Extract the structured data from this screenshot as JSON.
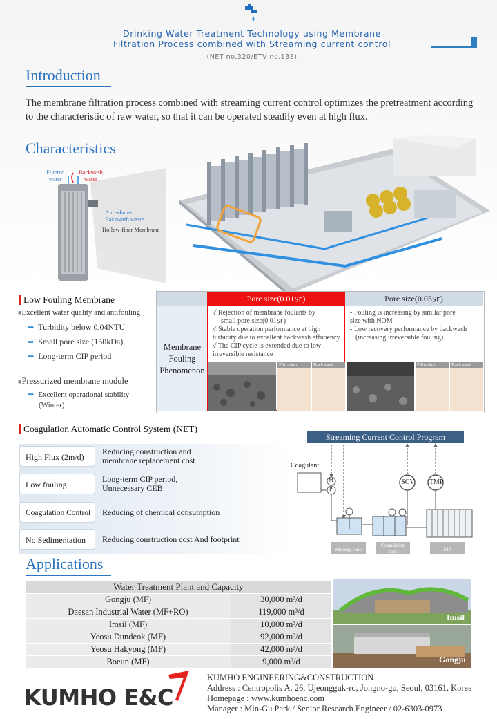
{
  "header": {
    "title_line1": "Drinking Water Treatment Technology using Membrane",
    "title_line2": "Filtration Process combined with Streaming current control",
    "subtitle": "(NET no.320/ETV no.138)",
    "accent": "#2a73c0"
  },
  "introduction": {
    "heading": "Introduction",
    "text": "The membrane filtration process combined with streaming current control optimizes the pretreatment according to the characteristic of raw water, so that it can be operated steadily even at high flux."
  },
  "characteristics": {
    "heading": "Characteristics",
    "module_labels": {
      "filtered": "Filtered",
      "filtered2": "water",
      "backwash": "Backwash",
      "backwash2": "water",
      "air1": "Air exhaust",
      "air2": "Backwash waste",
      "hollow": "Hollow-fiber Membrane"
    }
  },
  "low_fouling": {
    "heading": "Low Fouling Membrane",
    "group1": "Excellent water quality and antifouling",
    "items1": [
      "Turbidity below 0.04NTU",
      "Small pore size (150kDa)",
      "Long-term CIP period"
    ],
    "group2": "Pressurized membrane module",
    "items2_line1": "Excellent operational stability",
    "items2_line2": "(Winter)"
  },
  "fouling_table": {
    "col1": "Pore size(0.01㏛)",
    "col2": "Pore size(0.05㏛)",
    "row_label_1": "Membrane",
    "row_label_2": "Fouling",
    "row_label_3": "Phenomenon",
    "col1_points": [
      "√ Rejection of membrane foulants by",
      "small pore size(0.01㏛)",
      "√ Stable operation performance at high",
      "turbidity due to excellent backwash efficiency",
      "√ The CIP cycle is extended due to low",
      "irreversible resistance"
    ],
    "col2_points": [
      "- Fouling is increasing by similar pore",
      "size with NOM",
      "- Low recovery performance by backwash",
      "(increasing irreversible fouling)"
    ],
    "img_filtration": "Filtration",
    "img_backwash": "Backwash"
  },
  "coagulation": {
    "heading": "Coagulation Automatic Control System (NET)",
    "rows": [
      {
        "label": "High Flux (2m/d)",
        "desc1": "Reducing construction and",
        "desc2": "membrane replacement cost"
      },
      {
        "label": "Low fouling",
        "desc1": "Long-term CIP period,",
        "desc2": "Unnecessary CEB"
      },
      {
        "label": "Coagulation Control",
        "desc1": "Reducing of chemical consumption",
        "desc2": ""
      },
      {
        "label": "No Sedimentation",
        "desc1": "Reducing construction cost And footprint",
        "desc2": ""
      }
    ],
    "program_title": "Streaming Current Control Program",
    "diagram": {
      "coagulant": "Coagulant",
      "scv": "SCV",
      "tmp": "TMP",
      "mixing": "Mixing Tank",
      "coag_tank1": "Coagulation",
      "coag_tank2": "Tank",
      "mf": "MF",
      "m": "M",
      "p": "P"
    }
  },
  "applications": {
    "heading": "Applications",
    "table_title": "Water Treatment Plant and Capacity",
    "rows": [
      {
        "name": "Gongju (MF)",
        "cap": "30,000 m³/d"
      },
      {
        "name": "Daesan Industrial Water (MF+RO)",
        "cap": "119,000 m³/d"
      },
      {
        "name": "Imsil (MF)",
        "cap": "10,000 m³/d"
      },
      {
        "name": "Yeosu Dundeok (MF)",
        "cap": "92,000 m³/d"
      },
      {
        "name": "Yeosu Hakyong (MF)",
        "cap": "42,000 m³/d"
      },
      {
        "name": "Boeun (MF)",
        "cap": "9,000 m³/d"
      }
    ],
    "photo1_caption": "Imsil",
    "photo2_caption": "Gongju"
  },
  "footer": {
    "logo": "KUMHO E&C",
    "company": "KUMHO ENGINEERING&CONSTRUCTION",
    "address": "Address : Centropolis A. 26, Ujeongguk-ro, Jongno-gu, Seoul, 03161, Korea",
    "homepage": "Homepage : www.kumhoenc.com",
    "manager": "Manager : Min-Gu Park / Senior Research Engineer / 02-6303-0973",
    "logo_color": "#e52420"
  }
}
